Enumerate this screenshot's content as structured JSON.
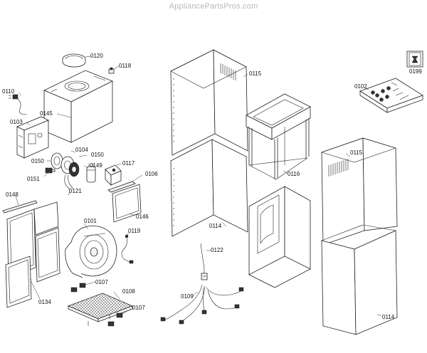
{
  "watermark": "AppliancePartsPros.com",
  "labels": {
    "p0120": "0120",
    "p0118": "0118",
    "p0110": "0110",
    "p0145": "0145",
    "p0103": "0103",
    "p0104": "0104",
    "p0150a": "0150",
    "p0150b": "0150",
    "p0149": "0149",
    "p0117": "0117",
    "p0106": "0106",
    "p0151": "0151",
    "p0121": "0121",
    "p0148": "0148",
    "p0146": "0146",
    "p0101": "0101",
    "p0119": "0119",
    "p0107a": "0107",
    "p0108": "0108",
    "p0134": "0134",
    "p0107b": "0107",
    "p0115a": "0115",
    "p0116": "0116",
    "p0114a": "0114",
    "p0122": "0122",
    "p0109": "0109",
    "p0199": "0199",
    "p0102": "0102",
    "p0115b": "0115",
    "p0114b": "0114"
  }
}
